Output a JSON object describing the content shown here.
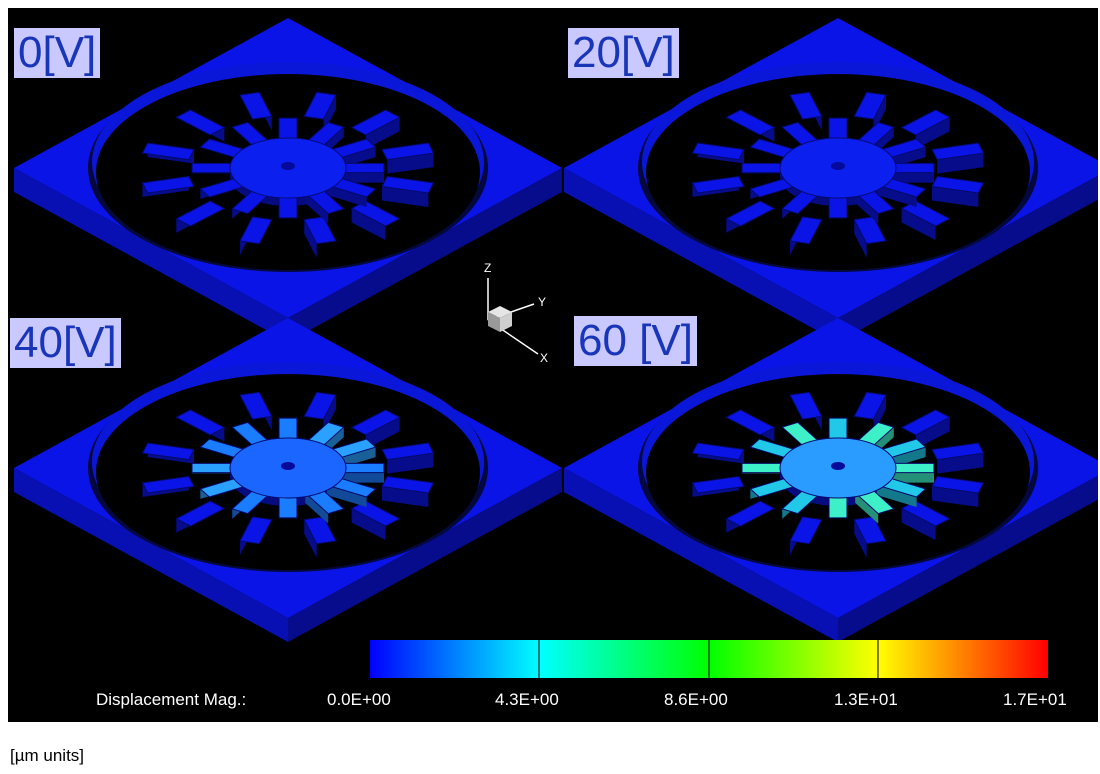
{
  "panels": [
    {
      "label": "0[V]",
      "state": "rest"
    },
    {
      "label": "20[V]",
      "state": "rest"
    },
    {
      "label": "40[V]",
      "state": "partial"
    },
    {
      "label": "60 [V]",
      "state": "actuated"
    }
  ],
  "triad": {
    "z": "Z",
    "y": "Y",
    "x": "X"
  },
  "legend": {
    "title": "Displacement Mag.:",
    "ticks": [
      "0.0E+00",
      "4.3E+00",
      "8.6E+00",
      "1.3E+01",
      "1.7E+01"
    ],
    "colors": [
      "#0000ff",
      "#00ffff",
      "#00ff00",
      "#ffff00",
      "#ff0000"
    ]
  },
  "units": "[µm units]",
  "colors": {
    "background": "#000000",
    "structure": "#0a14e6",
    "label_bg": "#c9c9ff",
    "label_text": "#1a36b8"
  }
}
